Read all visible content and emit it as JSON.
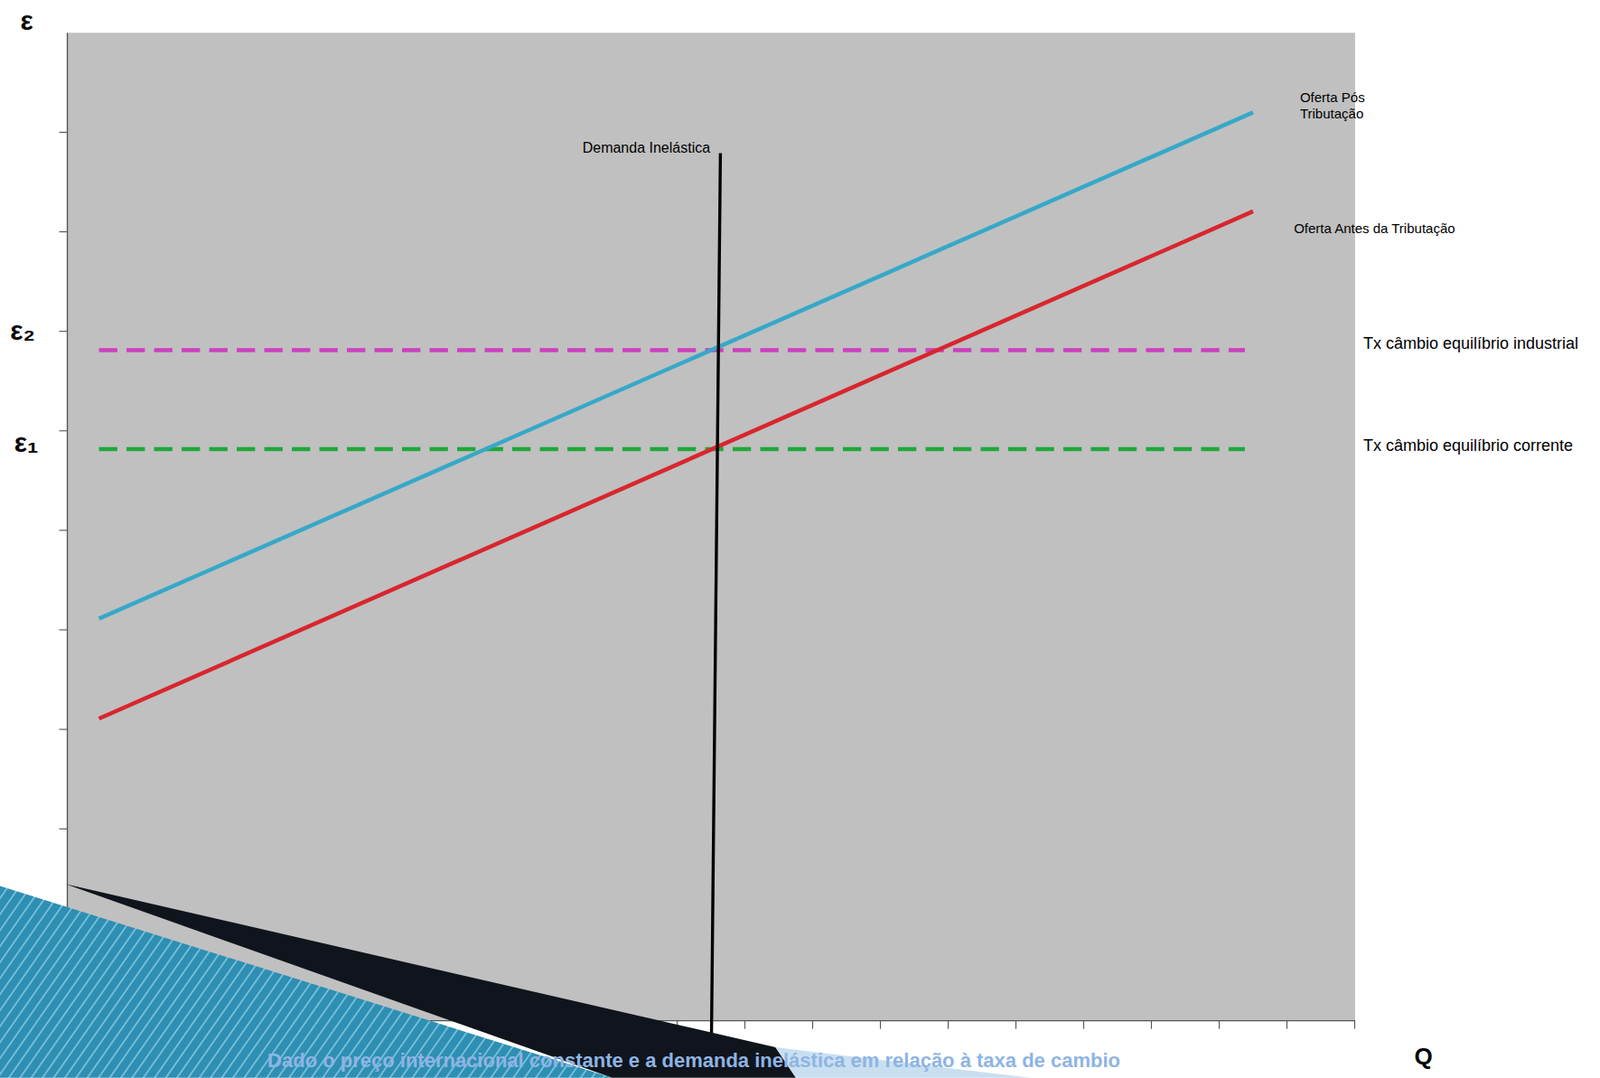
{
  "diagram": {
    "caption": "Dado o preço internacional constante e a demanda inelástica em relação à taxa de cambio",
    "labels": [
      "ε",
      "ε₂",
      "ε₁",
      "Q",
      "Demanda Inelástica",
      "Oferta Pós Tributação",
      "Oferta Antes da Tributação",
      "Tx câmbio equilíbrio industrial",
      "Tx câmbio equilíbrio corrente"
    ]
  }
}
